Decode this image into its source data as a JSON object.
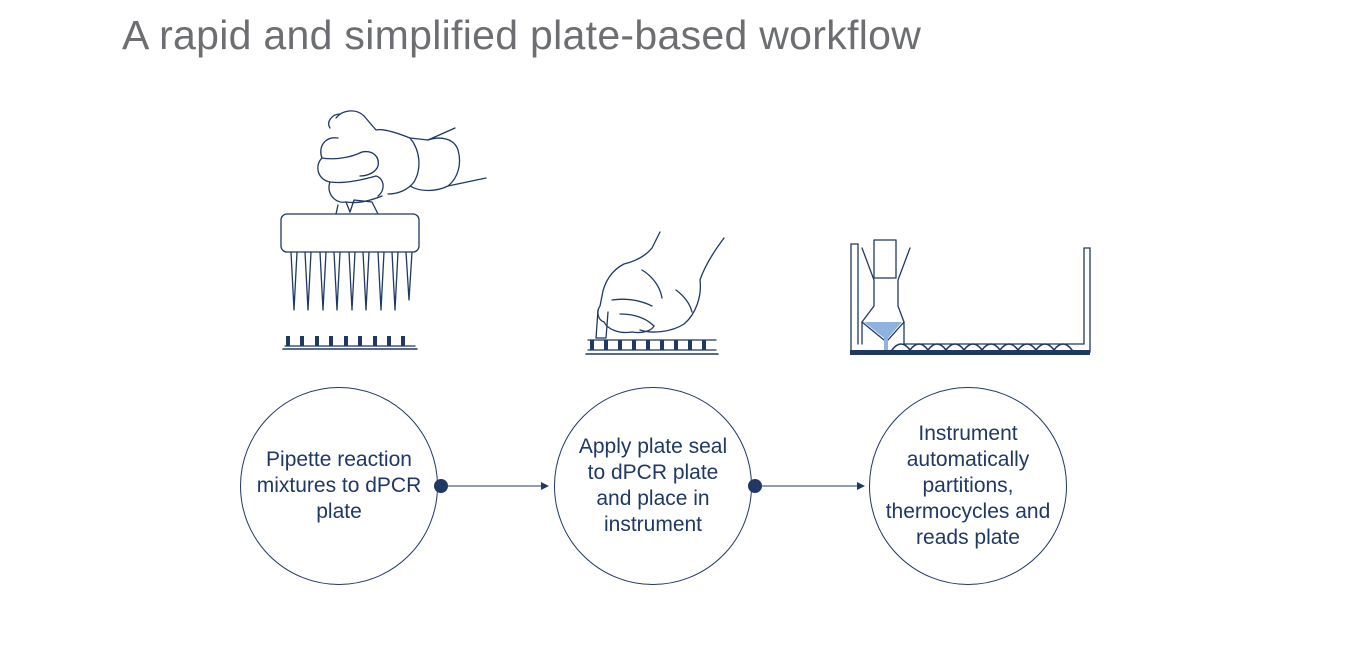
{
  "title": "A rapid and simplified plate-based workflow",
  "colors": {
    "navy": "#1f3864",
    "title_gray": "#6d6e71",
    "liquid_blue": "#8fb3df"
  },
  "steps": [
    {
      "label": "Pipette reaction mixtures to dPCR plate",
      "illustration": "multichannel-pipette-icon"
    },
    {
      "label": "Apply plate seal to dPCR plate and place in instrument",
      "illustration": "hand-sealing-plate-icon"
    },
    {
      "label": "Instrument automatically partitions, thermocycles and reads plate",
      "illustration": "instrument-cross-section-icon"
    }
  ]
}
